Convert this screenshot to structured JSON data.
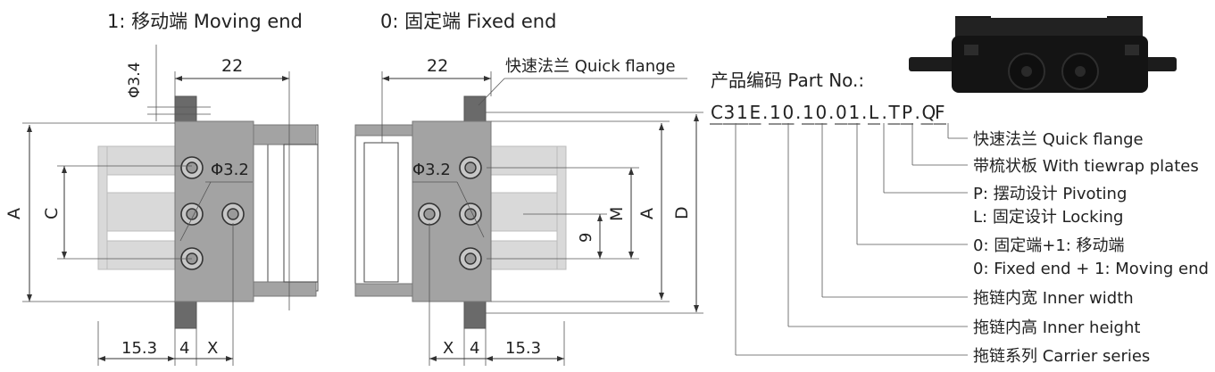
{
  "moving_end": {
    "title": "1: 移动端 Moving end"
  },
  "fixed_end": {
    "title": "0: 固定端 Fixed end"
  },
  "dims": {
    "phi34": "Φ3.4",
    "w22": "22",
    "phi32": "Φ3.2",
    "A": "A",
    "C": "C",
    "D": "D",
    "M": "M",
    "d9": "9",
    "d153": "15.3",
    "d4": "4",
    "X": "X"
  },
  "quick_flange_callout": "快速法兰 Quick flange",
  "part_no": {
    "title": "产品编码 Part No.:",
    "chars": [
      "C",
      "3",
      "1",
      "E",
      ".",
      "1",
      "0",
      ".",
      "1",
      "0",
      ".",
      "0",
      "1",
      ".",
      "L",
      ".",
      "T",
      "P",
      ".",
      "Q",
      "F"
    ],
    "legend": [
      {
        "line1": "快速法兰 Quick flange"
      },
      {
        "line1": "带梳状板 With tiewrap plates"
      },
      {
        "line1": "P: 摆动设计 Pivoting",
        "line2": "L: 固定设计 Locking"
      },
      {
        "line1": "0: 固定端+1: 移动端",
        "line2": "0: Fixed end + 1: Moving end"
      },
      {
        "line1": "拖链内宽 Inner width"
      },
      {
        "line1": "拖链内高 Inner height"
      },
      {
        "line1": "拖链系列 Carrier series"
      }
    ]
  },
  "colors": {
    "part": "#a3a3a3",
    "dark_tab": "#6a6a6a",
    "slat": "#d9d9d9",
    "photo": "#1a1a1a"
  },
  "icons": {
    "photo": "black-plastic-bracket-photo"
  }
}
